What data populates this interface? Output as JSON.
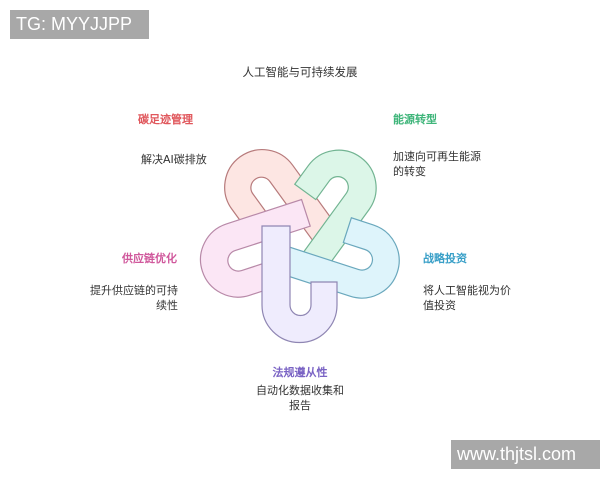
{
  "watermarks": {
    "top_left": "TG: MYYJJPP",
    "bottom_right": "www.thjtsl.com"
  },
  "diagram": {
    "title": "人工智能与可持续发展",
    "items": [
      {
        "label": "碳足迹管理",
        "description": "解决AI碳排放",
        "color": "#e0575c",
        "fill": "#fde6e3",
        "stroke": "#b77a7b"
      },
      {
        "label": "能源转型",
        "description": "加速向可再生能源的转变",
        "color": "#3fb57a",
        "fill": "#dcf6e8",
        "stroke": "#72b492"
      },
      {
        "label": "战略投资",
        "description": "将人工智能视为价值投资",
        "color": "#3aa0c8",
        "fill": "#def4fb",
        "stroke": "#6aa8bd"
      },
      {
        "label": "法规遵从性",
        "description": "自动化数据收集和报告",
        "color": "#7a63c4",
        "fill": "#efecfd",
        "stroke": "#8f86b3"
      },
      {
        "label": "供应链优化",
        "description": "提升供应链的可持续性",
        "color": "#d0589c",
        "fill": "#fbe6f5",
        "stroke": "#b889a8"
      }
    ]
  }
}
